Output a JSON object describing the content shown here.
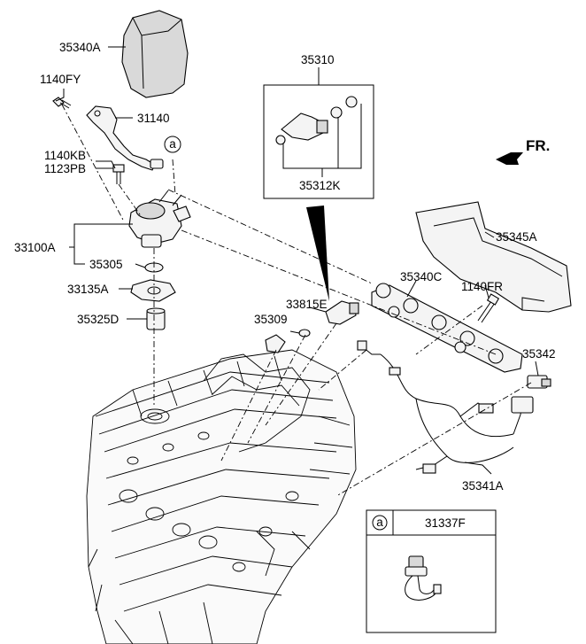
{
  "labels": {
    "p35340A": "35340A",
    "p1140FY": "1140FY",
    "p31140": "31140",
    "p1140KB": "1140KB",
    "p1123PB": "1123PB",
    "p33100A": "33100A",
    "p35305": "35305",
    "p33135A": "33135A",
    "p35325D": "35325D",
    "p35310": "35310",
    "p35312K": "35312K",
    "p33815E": "33815E",
    "p35309": "35309",
    "p35340C": "35340C",
    "p1140FR": "1140FR",
    "p35345A": "35345A",
    "p35342": "35342",
    "p35341A": "35341A",
    "fr": "FR.",
    "callout_a": "a",
    "inset_callout": "a",
    "inset_part": "31337F"
  }
}
